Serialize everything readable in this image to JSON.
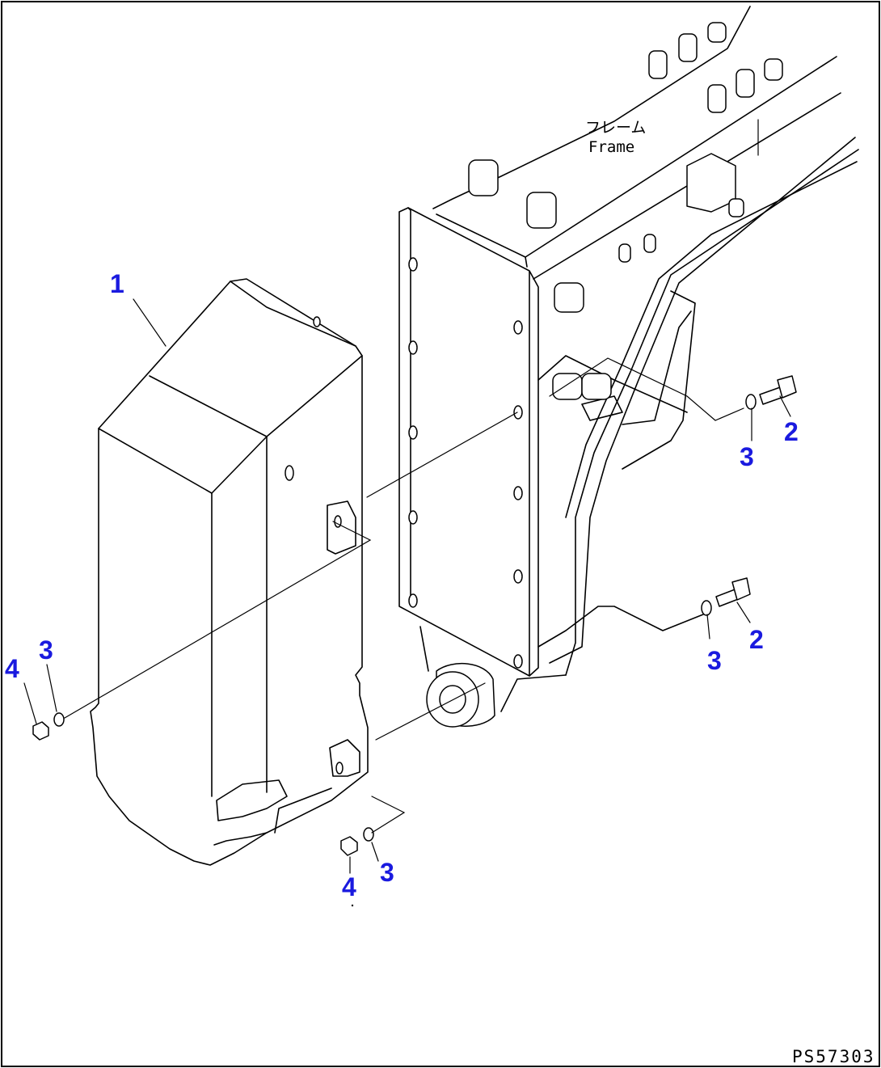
{
  "diagram": {
    "frame_label_jp": "フレーム",
    "frame_label_en": "Frame",
    "drawing_code": "PS57303",
    "callout_color": "#1a1adf",
    "callouts": [
      {
        "id": "c1",
        "text": "1"
      },
      {
        "id": "c2a",
        "text": "2"
      },
      {
        "id": "c3a",
        "text": "3"
      },
      {
        "id": "c2b",
        "text": "2"
      },
      {
        "id": "c3b",
        "text": "3"
      },
      {
        "id": "c4a",
        "text": "4"
      },
      {
        "id": "c3c",
        "text": "3"
      },
      {
        "id": "c4b",
        "text": "4"
      },
      {
        "id": "c3d",
        "text": "3"
      }
    ]
  }
}
